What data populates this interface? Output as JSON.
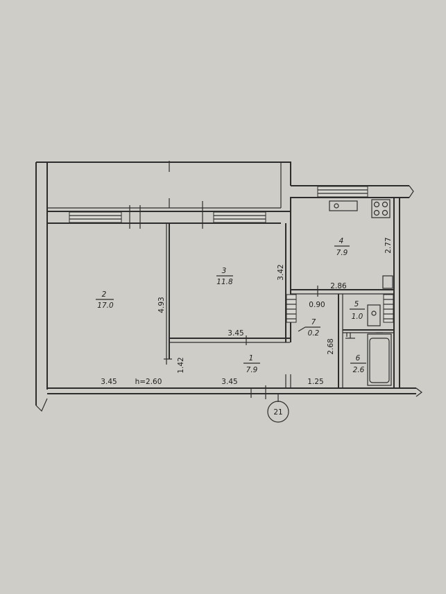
{
  "rooms": [
    {
      "id": "2",
      "area": "17.0"
    },
    {
      "id": "3",
      "area": "11.8"
    },
    {
      "id": "4",
      "area": "7.9"
    },
    {
      "id": "1",
      "area": "7.9"
    },
    {
      "id": "5",
      "area": "1.0"
    },
    {
      "id": "6",
      "area": "2.6"
    },
    {
      "id": "7",
      "area": "0.2"
    }
  ],
  "dimensions": {
    "d_493": "4.93",
    "d_342": "3.42",
    "d_286": "2.86",
    "d_277": "2.77",
    "d_090": "0.90",
    "d_345_mid": "3.45",
    "d_268": "2.68",
    "d_142": "1.42",
    "d_345_left": "3.45",
    "d_ceiling": "h=2.60",
    "d_345_bottom": "3.45",
    "d_125": "1.25"
  },
  "building_number": "21"
}
